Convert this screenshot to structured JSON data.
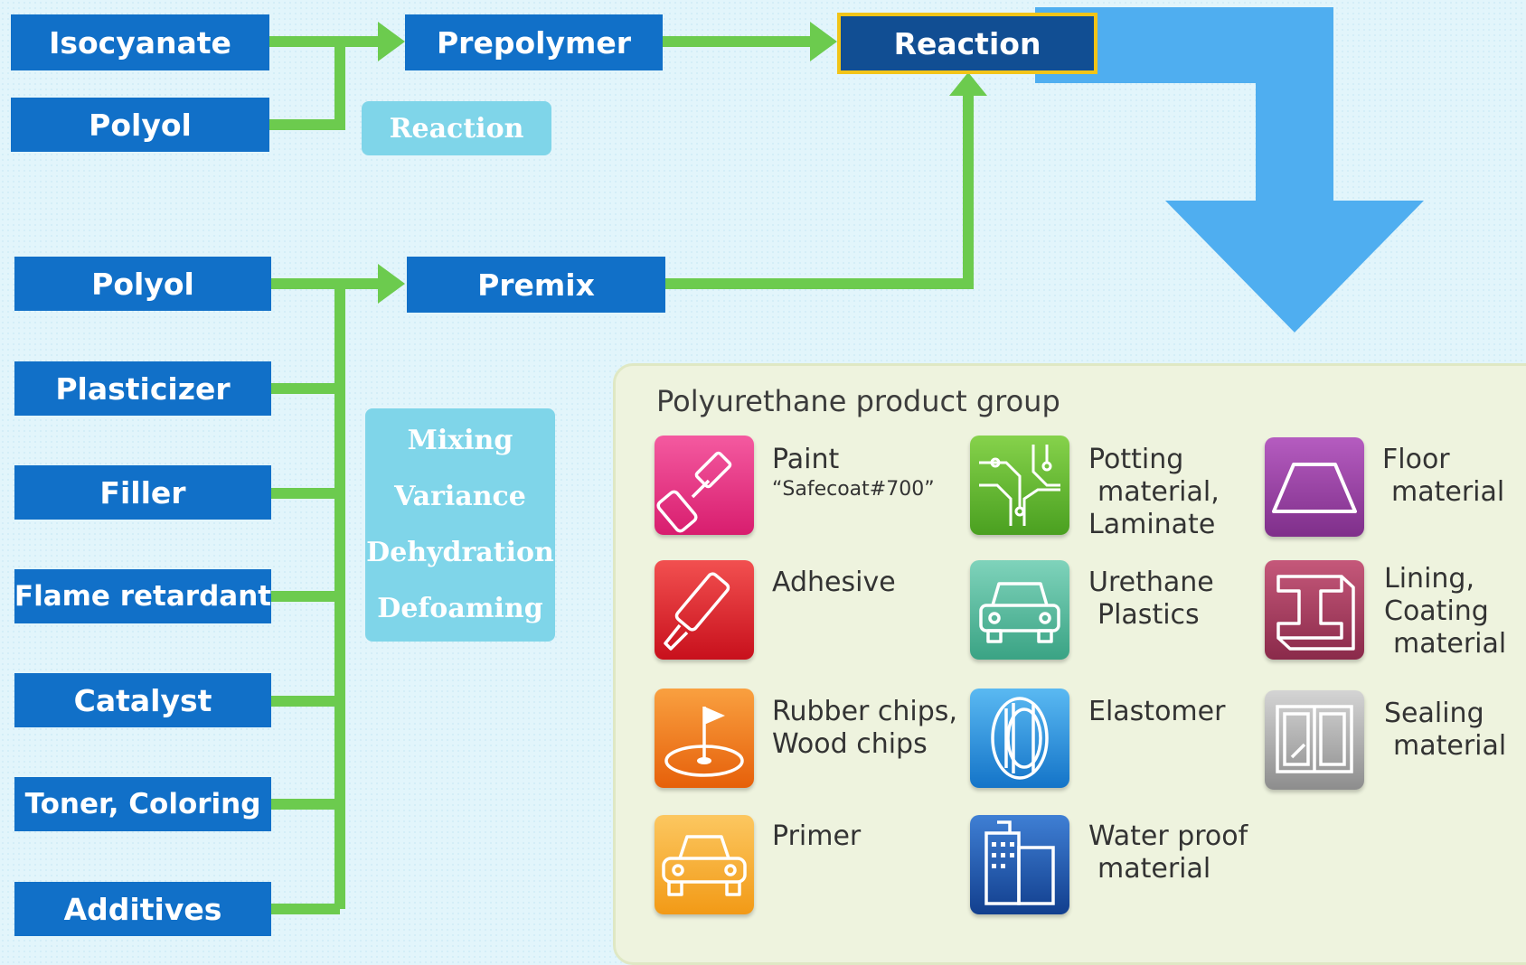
{
  "flow": {
    "isocyanate": "Isocyanate",
    "polyol_top": "Polyol",
    "prepolymer": "Prepolymer",
    "reaction_main": "Reaction",
    "reaction_note": "Reaction",
    "polyol_bottom": "Polyol",
    "premix": "Premix",
    "plasticizer": "Plasticizer",
    "filler": "Filler",
    "flame_retardant": "Flame retardant",
    "catalyst": "Catalyst",
    "toner": "Toner, Coloring",
    "additives": "Additives",
    "mixing_notes": [
      "Mixing",
      "Variance",
      "Dehydration",
      "Defoaming"
    ]
  },
  "products": {
    "title": "Polyurethane product group",
    "items": [
      {
        "lines": [
          "Paint"
        ],
        "sub": "“Safecoat#700”",
        "icon": "paint-roller-icon",
        "color": "#e8307e"
      },
      {
        "lines": [
          "Potting",
          "material,",
          "Laminate"
        ],
        "icon": "circuit-board-icon",
        "color": "#5fb52e"
      },
      {
        "lines": [
          "Floor",
          "material"
        ],
        "icon": "floor-trapezoid-icon",
        "color": "#9b3f9e"
      },
      {
        "lines": [
          "Adhesive"
        ],
        "icon": "glue-tube-icon",
        "color": "#e0202c"
      },
      {
        "lines": [
          "Urethane",
          "Plastics"
        ],
        "icon": "car-front-icon",
        "color": "#4cb596"
      },
      {
        "lines": [
          "Lining,",
          "Coating",
          "material"
        ],
        "icon": "steel-beam-icon",
        "color": "#a83a5e"
      },
      {
        "lines": [
          "Rubber chips,",
          "Wood chips"
        ],
        "icon": "golf-flag-icon",
        "color": "#f07a16"
      },
      {
        "lines": [
          "Elastomer"
        ],
        "icon": "tire-icon",
        "color": "#1e8fd8"
      },
      {
        "lines": [
          "Sealing",
          "material"
        ],
        "icon": "window-sealant-icon",
        "color": "#9a9a9a"
      },
      {
        "lines": [
          "Primer"
        ],
        "icon": "classic-car-icon",
        "color": "#f5a623"
      },
      {
        "lines": [
          "Water proof",
          "material"
        ],
        "icon": "building-icon",
        "color": "#1d5fb0"
      }
    ]
  }
}
